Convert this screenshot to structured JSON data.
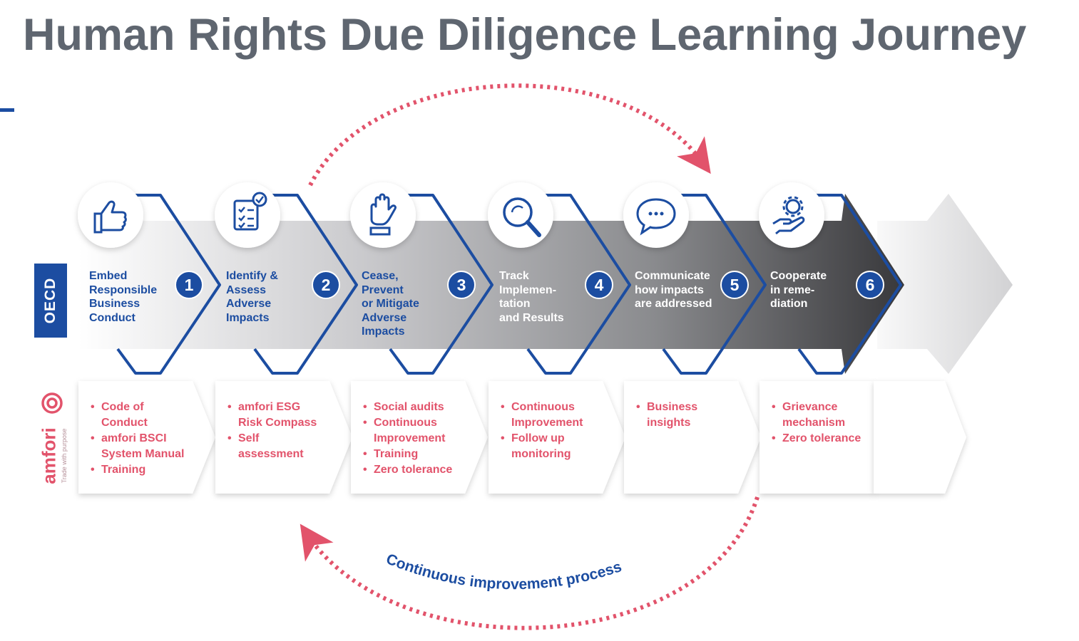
{
  "title": "Human Rights Due Diligence Learning Journey",
  "side_labels": {
    "oecd": "OECD",
    "amfori": "amfori",
    "amfori_tagline": "Trade with purpose"
  },
  "cycle_label": "Continuous improvement process",
  "colors": {
    "blue": "#1c4da1",
    "red": "#e2536b",
    "grey": "#5f6670"
  },
  "steps": [
    {
      "number": "1",
      "icon": "thumbs-up-icon",
      "lines": [
        "Embed",
        "Responsible",
        "Business",
        "Conduct"
      ],
      "amfori": [
        "Code of\nConduct",
        "amfori BSCI\nSystem Manual",
        "Training"
      ]
    },
    {
      "number": "2",
      "icon": "checklist-icon",
      "lines": [
        "Identify &",
        "Assess",
        "Adverse",
        "Impacts"
      ],
      "amfori": [
        "amfori ESG\nRisk Compass",
        "Self\nassessment"
      ]
    },
    {
      "number": "3",
      "icon": "raised-hand-icon",
      "lines": [
        "Cease,",
        "Prevent",
        "or Mitigate",
        "Adverse",
        "Impacts"
      ],
      "amfori": [
        "Social audits",
        "Continuous\nImprovement",
        "Training",
        "Zero tolerance"
      ]
    },
    {
      "number": "4",
      "icon": "magnifier-icon",
      "lines": [
        "Track",
        "Implemen-",
        "tation",
        "and Results"
      ],
      "amfori": [
        "Continuous\nImprovement",
        "Follow up\nmonitoring"
      ]
    },
    {
      "number": "5",
      "icon": "speech-bubble-icon",
      "lines": [
        "Communicate",
        "how impacts",
        "are addressed"
      ],
      "amfori": [
        "Business\ninsights"
      ]
    },
    {
      "number": "6",
      "icon": "gear-hand-icon",
      "lines": [
        "Cooperate",
        "in reme-",
        "diation"
      ],
      "amfori": [
        "Grievance\nmechanism",
        "Zero tolerance"
      ]
    }
  ]
}
